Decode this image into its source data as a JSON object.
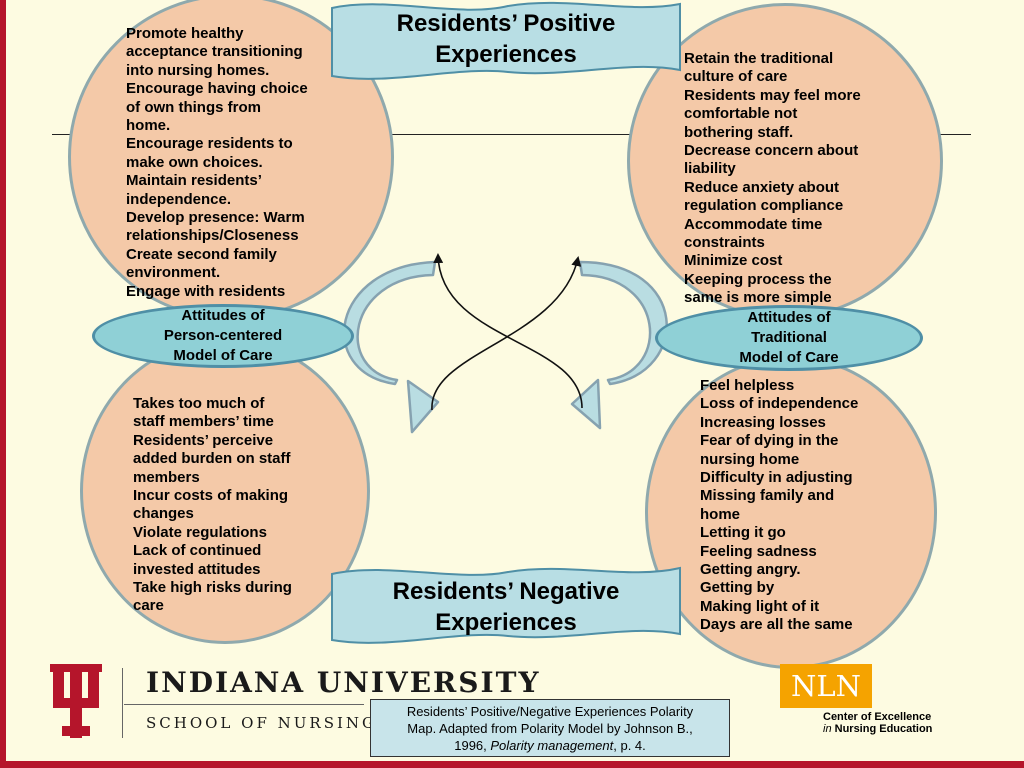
{
  "banners": {
    "positive": [
      "Residents’ Positive",
      "Experiences"
    ],
    "negative": [
      "Residents’ Negative",
      "Experiences"
    ]
  },
  "quadrants": {
    "top_left": [
      "Promote healthy",
      "acceptance transitioning",
      "into nursing homes.",
      "Encourage having choice",
      "of own things from",
      "home.",
      "Encourage residents to",
      "make own choices.",
      "Maintain residents’",
      "independence.",
      "Develop presence: Warm",
      "relationships/Closeness",
      "Create second family",
      "environment.",
      "Engage with residents"
    ],
    "top_right": [
      "Retain the traditional",
      "culture of care",
      "Residents may feel more",
      "comfortable not",
      "bothering staff.",
      "Decrease concern about",
      "liability",
      "Reduce anxiety about",
      "regulation compliance",
      "Accommodate time",
      "constraints",
      "Minimize cost",
      "Keeping process the",
      "same is more simple"
    ],
    "bottom_left": [
      "Takes too much of",
      "staff members’ time",
      "Residents’ perceive",
      "added burden on staff",
      "members",
      "Incur costs of making",
      "changes",
      "Violate regulations",
      "Lack of continued",
      "invested attitudes",
      "Take high risks during",
      "care"
    ],
    "bottom_right": [
      "Feel helpless",
      "Loss of independence",
      "Increasing losses",
      "Fear of dying in the",
      "nursing home",
      "Difficulty in adjusting",
      "Missing family and",
      "home",
      "Letting it go",
      "Feeling sadness",
      "Getting angry.",
      "Getting by",
      "Making light of it",
      "Days are all the same"
    ]
  },
  "poles": {
    "left": [
      "Attitudes of",
      "Person-centered",
      "Model of Care"
    ],
    "right": [
      "Attitudes of",
      "Traditional",
      "Model of Care"
    ]
  },
  "branding": {
    "university": "INDIANA UNIVERSITY",
    "school": "SCHOOL OF NURSING",
    "nln_logo": "NLN",
    "nln_line1": "Center of Excellence",
    "nln_line2_prefix": "in",
    "nln_line2_rest": " Nursing Education"
  },
  "caption": {
    "line1": "Residents’ Positive/Negative Experiences Polarity",
    "line2": "Map. Adapted from Polarity Model by Johnson B.,",
    "line3_prefix": "1996,  ",
    "line3_italic": "Polarity management",
    "line3_suffix": ", p. 4."
  },
  "colors": {
    "oval_fill": "#f4c9a8",
    "oval_border": "#8fa9ad",
    "pill_fill": "#8fd0d6",
    "banner_fill": "#b8dee4",
    "background": "#fdfbe1",
    "accent_red": "#b5152b",
    "nln_orange": "#f5a300"
  }
}
